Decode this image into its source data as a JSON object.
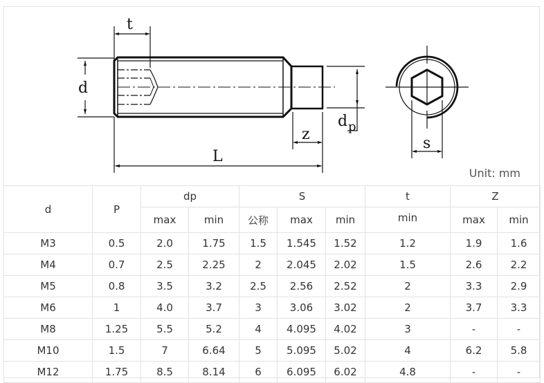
{
  "drawing": {
    "labels": {
      "t": "t",
      "d": "d",
      "L": "L",
      "z": "z",
      "dp_main": "d",
      "dp_sub": "p",
      "s": "s"
    },
    "unit_label": "Unit: mm"
  },
  "table": {
    "header": {
      "d": "d",
      "P": "P",
      "dp": "dp",
      "S": "S",
      "t": "t",
      "Z": "Z",
      "dp_max": "max",
      "dp_min": "min",
      "s_nominal": "公称",
      "s_max": "max",
      "s_min": "min",
      "t_min": "min",
      "z_max": "max",
      "z_min": "min"
    },
    "rows": [
      [
        "M3",
        "0.5",
        "2.0",
        "1.75",
        "1.5",
        "1.545",
        "1.52",
        "1.2",
        "1.9",
        "1.6"
      ],
      [
        "M4",
        "0.7",
        "2.5",
        "2.25",
        "2",
        "2.045",
        "2.02",
        "1.5",
        "2.6",
        "2.2"
      ],
      [
        "M5",
        "0.8",
        "3.5",
        "3.2",
        "2.5",
        "2.56",
        "2.52",
        "2",
        "3.3",
        "2.9"
      ],
      [
        "M6",
        "1",
        "4.0",
        "3.7",
        "3",
        "3.06",
        "3.02",
        "2",
        "3.7",
        "3.3"
      ],
      [
        "M8",
        "1.25",
        "5.5",
        "5.2",
        "4",
        "4.095",
        "4.02",
        "3",
        "-",
        "-"
      ],
      [
        "M10",
        "1.5",
        "7",
        "6.64",
        "5",
        "5.095",
        "5.02",
        "4",
        "6.2",
        "5.8"
      ],
      [
        "M12",
        "1.75",
        "8.5",
        "8.14",
        "6",
        "6.095",
        "6.02",
        "4.8",
        "-",
        "-"
      ]
    ]
  }
}
